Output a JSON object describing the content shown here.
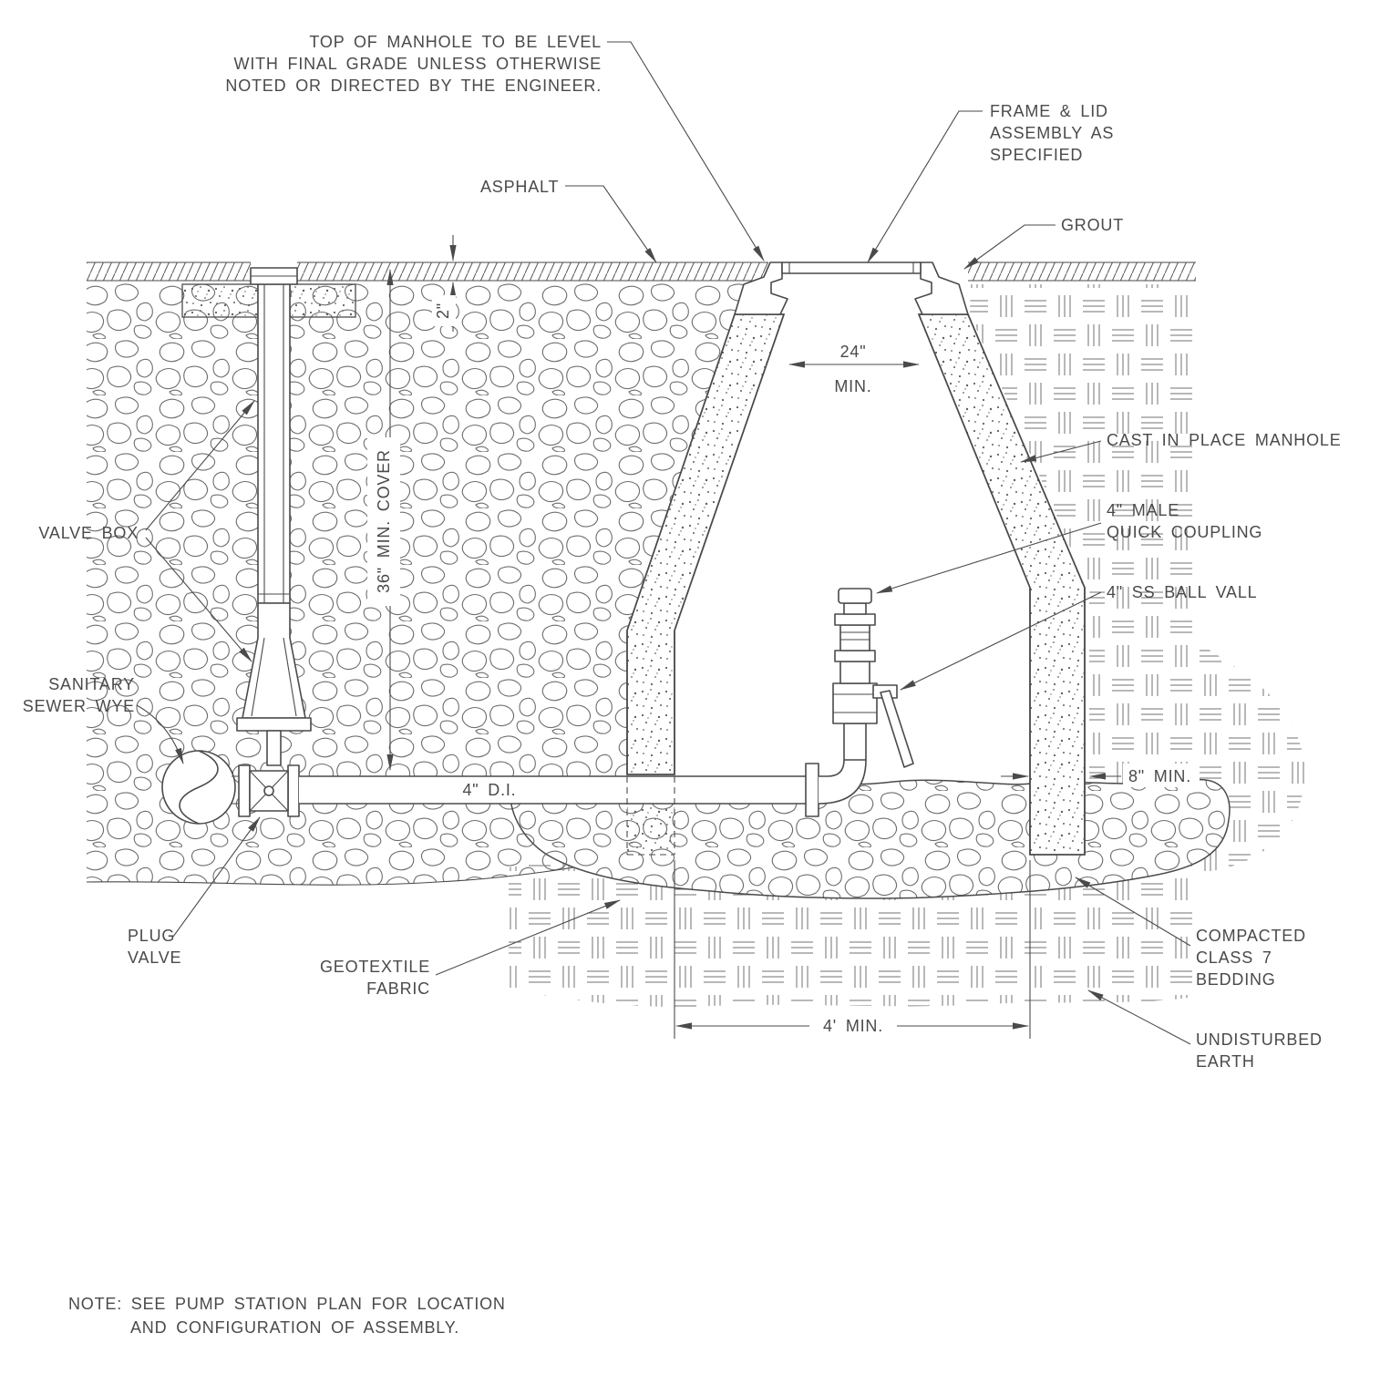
{
  "title": "Pump Station Manhole Section Detail",
  "colors": {
    "line": "#4a4a4a",
    "background": "#ffffff"
  },
  "labels": {
    "top_note": [
      "TOP OF MANHOLE TO BE LEVEL",
      "WITH FINAL GRADE UNLESS OTHERWISE",
      "NOTED OR DIRECTED BY THE ENGINEER."
    ],
    "frame_lid": [
      "FRAME & LID",
      "ASSEMBLY AS",
      "SPECIFIED"
    ],
    "asphalt": "ASPHALT",
    "grout": "GROUT",
    "cast_in_place_manhole": "CAST IN PLACE MANHOLE",
    "quick_coupling": [
      "4\" MALE",
      "QUICK COUPLING"
    ],
    "ball_valve": "4\" SS BALL VALL",
    "valve_box": "VALVE BOX",
    "sanitary_sewer_wye": [
      "SANITARY",
      "SEWER WYE"
    ],
    "plug_valve": [
      "PLUG",
      "VALVE"
    ],
    "pipe_di": "4\" D.I.",
    "geotextile_fabric": [
      "GEOTEXTILE",
      "FABRIC"
    ],
    "compacted_bedding": [
      "COMPACTED",
      "CLASS 7",
      "BEDDING"
    ],
    "undisturbed_earth": [
      "UNDISTURBED",
      "EARTH"
    ]
  },
  "dimensions": {
    "asphalt_thickness": "2\"",
    "cover": "36\" MIN. COVER",
    "opening_width": "24\"",
    "opening_min": "MIN.",
    "wall_thickness": "8\" MIN.",
    "base_width": "4' MIN."
  },
  "note": [
    "NOTE:  SEE PUMP STATION PLAN FOR LOCATION",
    "AND CONFIGURATION OF ASSEMBLY."
  ]
}
